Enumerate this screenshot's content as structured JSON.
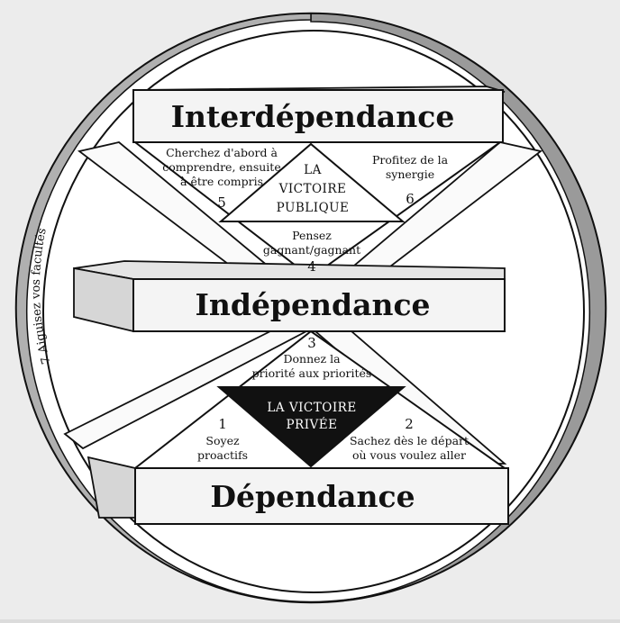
{
  "levels": {
    "top": "Interdépendance",
    "middle": "Indépendance",
    "bottom": "Dépendance"
  },
  "habits": {
    "h1": {
      "number": "1",
      "line1": "Soyez",
      "line2": "proactifs"
    },
    "h2": {
      "number": "2",
      "line1": "Sachez dès le départ",
      "line2": "où vous voulez aller"
    },
    "h3": {
      "number": "3",
      "line1": "Donnez la",
      "line2": "priorité aux priorités"
    },
    "h4": {
      "number": "4",
      "line1": "Pensez",
      "line2": "gagnant/gagnant"
    },
    "h5": {
      "number": "5",
      "line1": "Cherchez d'abord à",
      "line2": "comprendre, ensuite",
      "line3": "à être compris"
    },
    "h6": {
      "number": "6",
      "line1": "Profitez de la",
      "line2": "synergie"
    },
    "h7": "7 Aiguisez vos facultés"
  },
  "victories": {
    "public": {
      "line1": "LA",
      "line2": "VICTOIRE",
      "line3": "PUBLIQUE"
    },
    "private": {
      "line1": "LA VICTOIRE",
      "line2": "PRIVÉE"
    }
  },
  "colors": {
    "paper": "#ececec",
    "ink": "#111111",
    "ring": "#9a9a9a",
    "board_face": "#f4f4f4",
    "board_side": "#e4e4e4"
  }
}
